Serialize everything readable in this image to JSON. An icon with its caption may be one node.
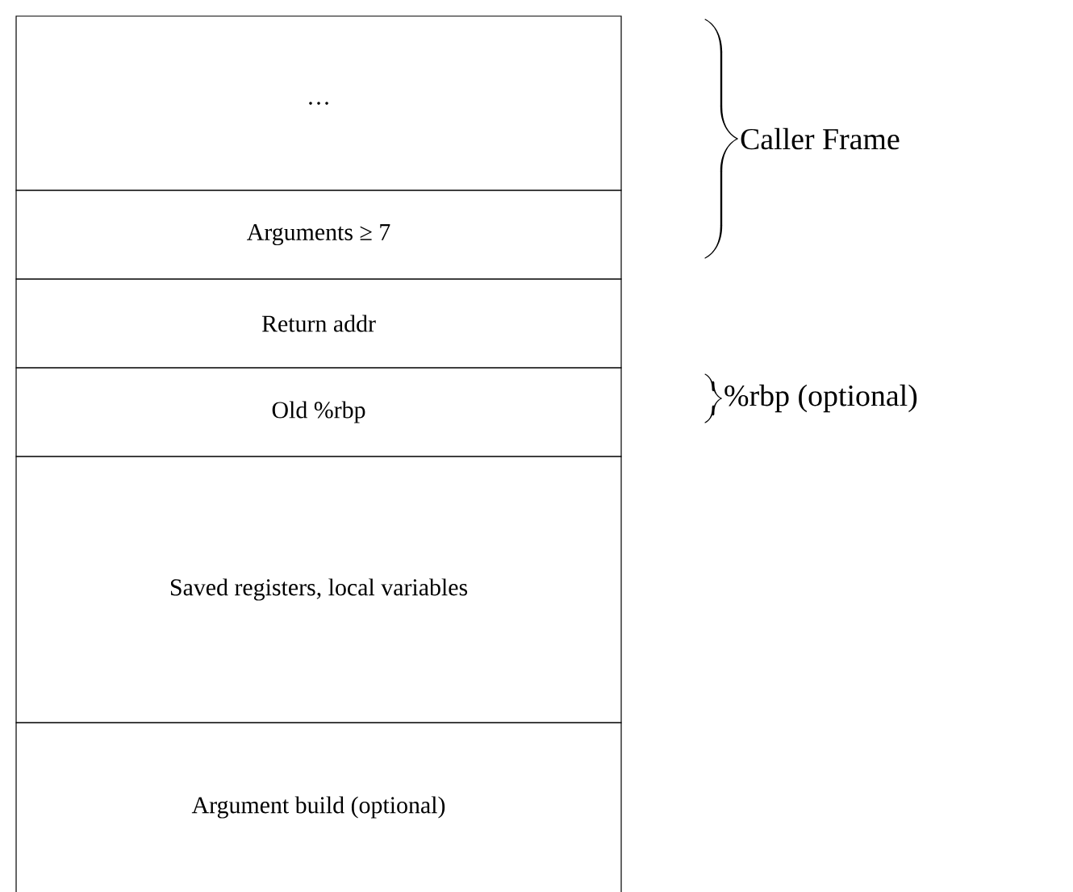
{
  "diagram": {
    "nodes": [
      {
        "text": [
          "…"
        ]
      },
      {
        "text": [
          "Arguments ≥ 7"
        ]
      },
      {
        "text": [
          "Return addr"
        ]
      },
      {
        "text": [
          "Old %rbp"
        ]
      },
      {
        "text": [
          "Saved registers, local variables"
        ]
      },
      {
        "text": [
          "Argument build (optional)"
        ]
      }
    ],
    "labels": [
      "Caller Frame",
      "%rbp (optional)"
    ]
  }
}
